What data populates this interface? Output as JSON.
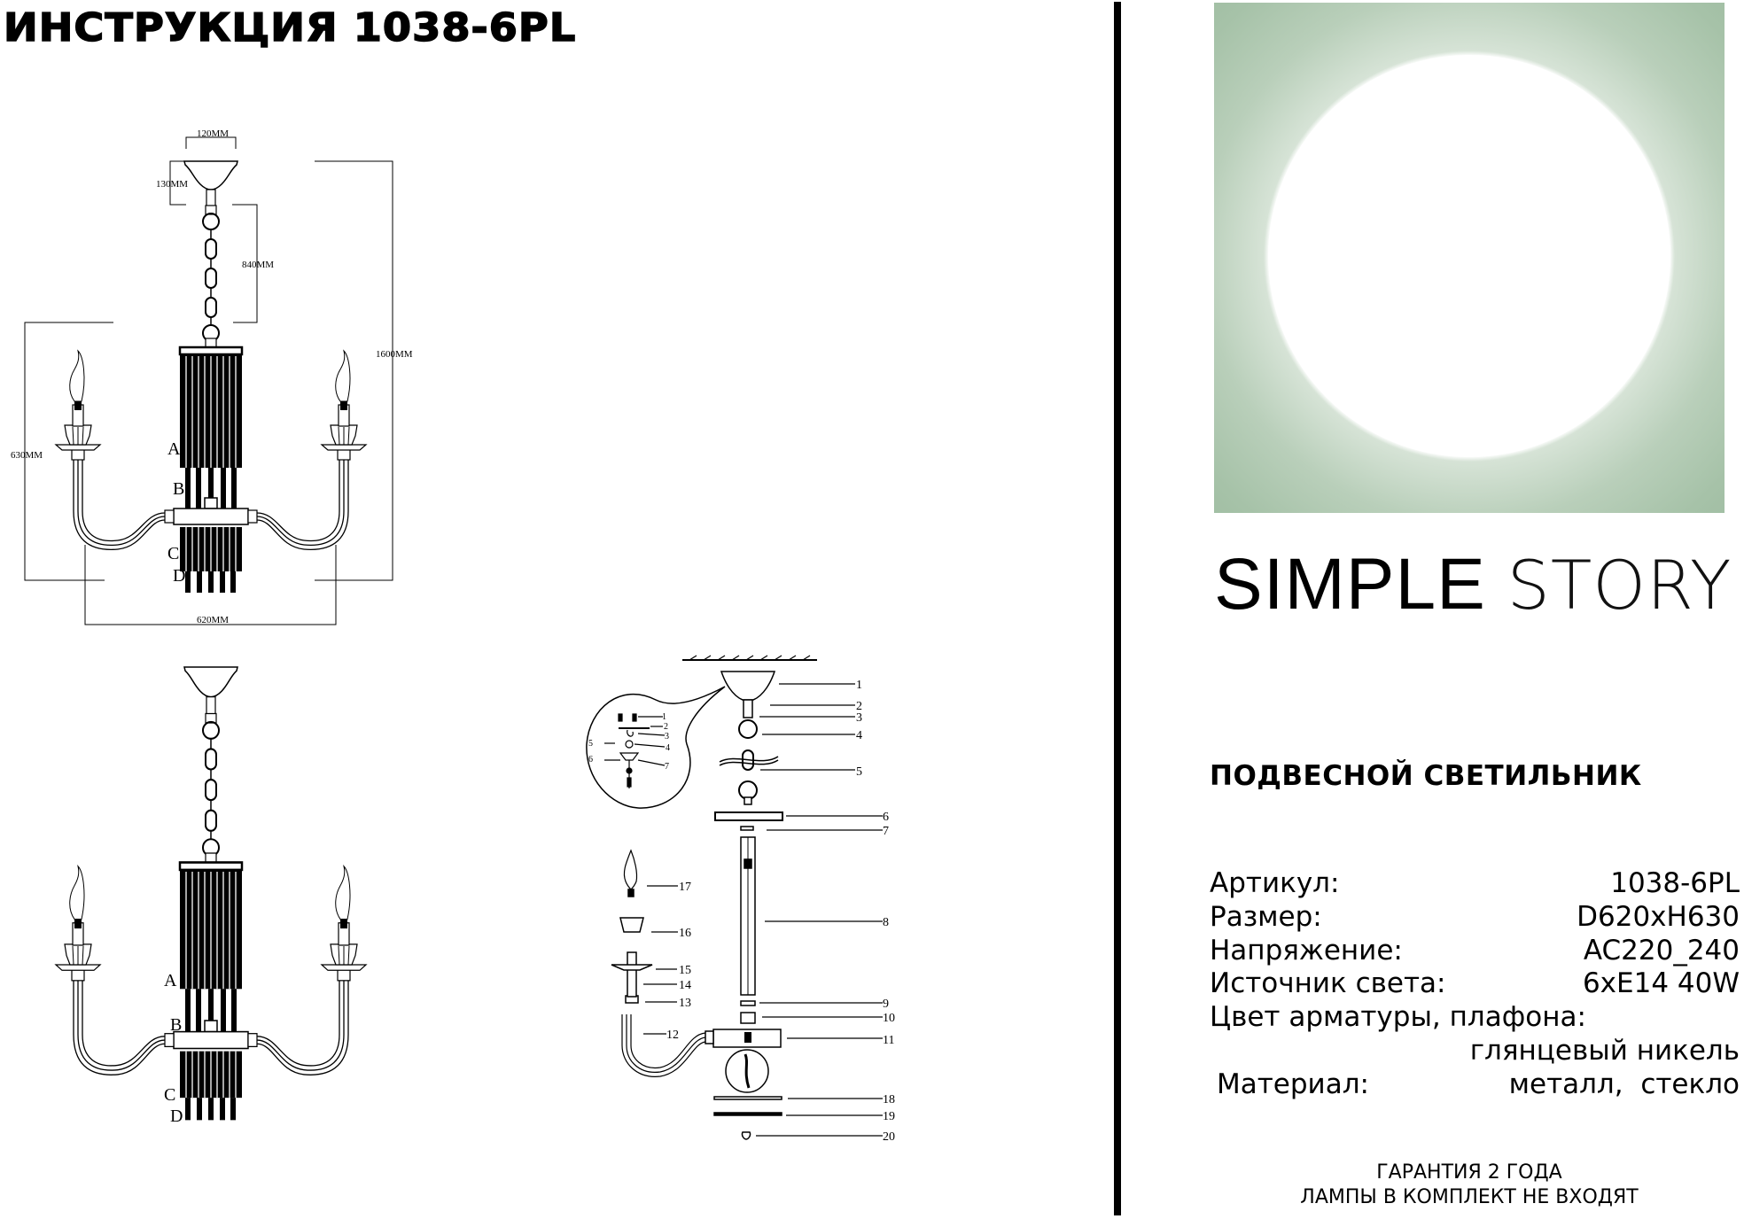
{
  "header": {
    "title": "ИНСТРУКЦИЯ 1038-6PL"
  },
  "dimension_drawing": {
    "labels": {
      "canopy_width": "120MM",
      "canopy_height": "130MM",
      "chain_length": "840MM",
      "total_height": "1600MM",
      "body_height": "630MM",
      "diameter": "620MM"
    },
    "tier_labels": [
      "A",
      "B",
      "C",
      "D"
    ]
  },
  "front_drawing": {
    "tier_labels": [
      "A",
      "B",
      "C",
      "D"
    ]
  },
  "assembly_diagram": {
    "detail_callouts": [
      "1",
      "2",
      "3",
      "4",
      "5",
      "6",
      "7"
    ],
    "part_numbers": [
      "1",
      "2",
      "3",
      "4",
      "5",
      "6",
      "7",
      "8",
      "9",
      "10",
      "11",
      "12",
      "13",
      "14",
      "15",
      "16",
      "17",
      "18",
      "19",
      "20"
    ]
  },
  "brand": {
    "name_bold": "SIMPLE",
    "name_light": "STORY",
    "panel_color": "#9dbb9f",
    "circle_color": "#ffffff"
  },
  "product": {
    "type": "ПОДВЕСНОЙ СВЕТИЛЬНИК",
    "specs": [
      {
        "label": "Артикул:",
        "value": "1038-6PL"
      },
      {
        "label": "Размер:",
        "value": "D620xH630"
      },
      {
        "label": "Напряжение:",
        "value": "AC220_240"
      },
      {
        "label": "Источник света:",
        "value": "6xE14 40W"
      },
      {
        "label": "Цвет арматуры, плафона:",
        "value": ""
      },
      {
        "label": "",
        "value": "глянцевый никель"
      },
      {
        "label": "Материал:",
        "value": "металл,  стекло"
      }
    ]
  },
  "footer": {
    "warranty": "ГАРАНТИЯ 2 ГОДА",
    "lamps_note": "ЛАМПЫ В КОМПЛЕКТ НЕ ВХОДЯТ"
  }
}
